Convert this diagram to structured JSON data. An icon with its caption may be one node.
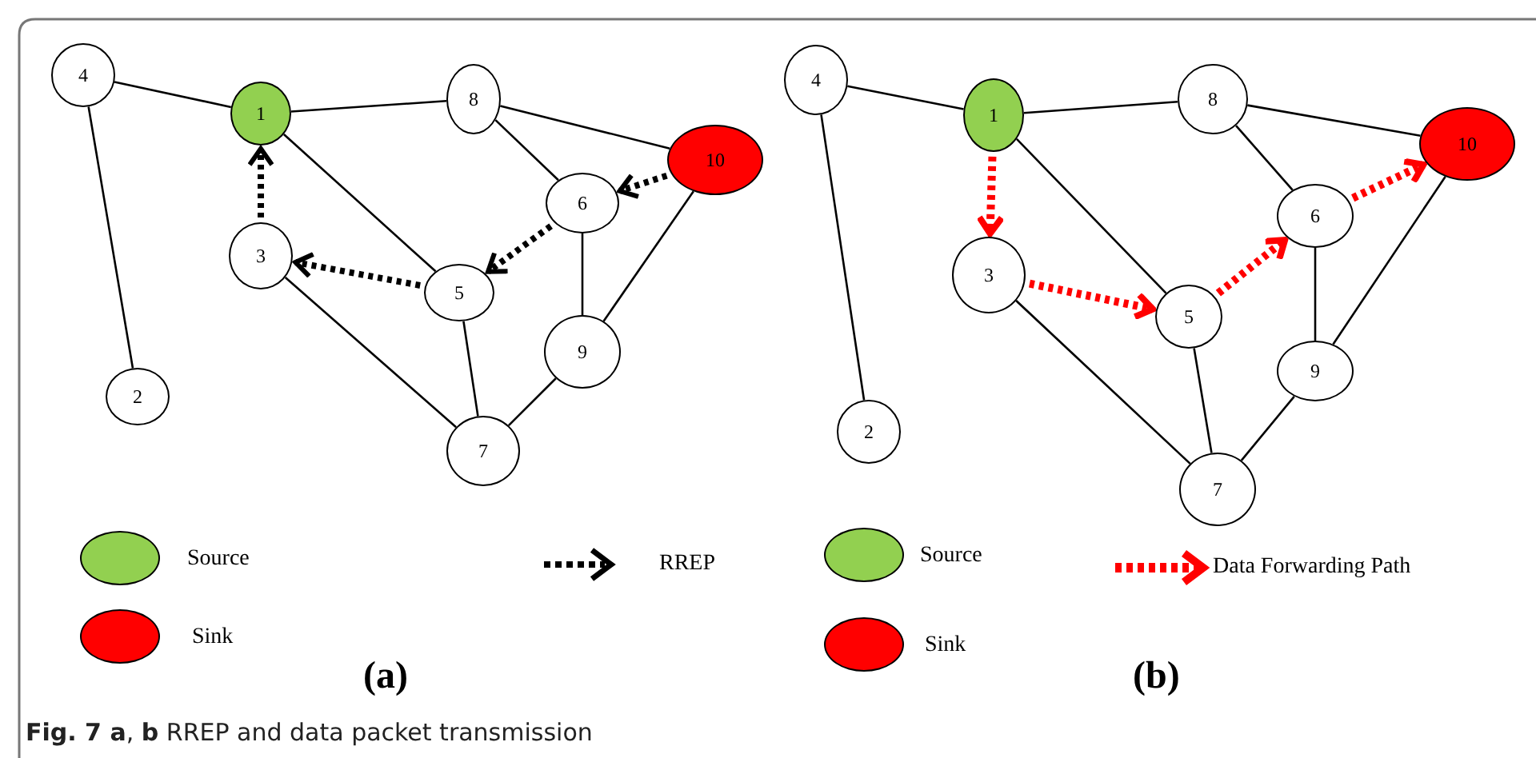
{
  "diagram": {
    "caption": "**Fig. 7  a**, **b** RREP and data packet transmission",
    "nodes": [
      {
        "text": [
          "4"
        ]
      },
      {
        "text": [
          "1"
        ]
      },
      {
        "text": [
          "8"
        ]
      },
      {
        "text": [
          "10"
        ]
      },
      {
        "text": [
          "6"
        ]
      },
      {
        "text": [
          "3"
        ]
      },
      {
        "text": [
          "5"
        ]
      },
      {
        "text": [
          "9"
        ]
      },
      {
        "text": [
          "2"
        ]
      },
      {
        "text": [
          "7"
        ]
      },
      {
        "text": [
          "4"
        ]
      },
      {
        "text": [
          "1"
        ]
      },
      {
        "text": [
          "8"
        ]
      },
      {
        "text": [
          "10"
        ]
      },
      {
        "text": [
          "6"
        ]
      },
      {
        "text": [
          "3"
        ]
      },
      {
        "text": [
          "5"
        ]
      },
      {
        "text": [
          "9"
        ]
      },
      {
        "text": [
          "2"
        ]
      },
      {
        "text": [
          "7"
        ]
      }
    ],
    "edges": [
      {
        "from": 0,
        "to": 1,
        "arrow": "none"
      },
      {
        "from": 0,
        "to": 8,
        "arrow": "none"
      },
      {
        "from": 1,
        "to": 2,
        "arrow": "none"
      },
      {
        "from": 1,
        "to": 6,
        "arrow": "none"
      },
      {
        "from": 2,
        "to": 3,
        "arrow": "none"
      },
      {
        "from": 2,
        "to": 4,
        "arrow": "none"
      },
      {
        "from": 4,
        "to": 7,
        "arrow": "none"
      },
      {
        "from": 3,
        "to": 7,
        "arrow": "none"
      },
      {
        "from": 5,
        "to": 9,
        "arrow": "none"
      },
      {
        "from": 6,
        "to": 9,
        "arrow": "none"
      },
      {
        "from": 7,
        "to": 9,
        "arrow": "none"
      },
      {
        "from": 3,
        "to": 4,
        "arrow": "to",
        "style": "dashed"
      },
      {
        "from": 4,
        "to": 6,
        "arrow": "to",
        "style": "dashed"
      },
      {
        "from": 6,
        "to": 5,
        "arrow": "to",
        "style": "dashed"
      },
      {
        "from": 5,
        "to": 1,
        "arrow": "to",
        "style": "dashed"
      },
      {
        "from": 10,
        "to": 11,
        "arrow": "none"
      },
      {
        "from": 10,
        "to": 18,
        "arrow": "none"
      },
      {
        "from": 11,
        "to": 12,
        "arrow": "none"
      },
      {
        "from": 11,
        "to": 16,
        "arrow": "none"
      },
      {
        "from": 12,
        "to": 13,
        "arrow": "none"
      },
      {
        "from": 12,
        "to": 14,
        "arrow": "none"
      },
      {
        "from": 14,
        "to": 17,
        "arrow": "none"
      },
      {
        "from": 13,
        "to": 17,
        "arrow": "none"
      },
      {
        "from": 15,
        "to": 19,
        "arrow": "none"
      },
      {
        "from": 16,
        "to": 19,
        "arrow": "none"
      },
      {
        "from": 17,
        "to": 19,
        "arrow": "none"
      },
      {
        "from": 11,
        "to": 15,
        "arrow": "to",
        "style": "dashed",
        "color": "#ff0000"
      },
      {
        "from": 15,
        "to": 16,
        "arrow": "to",
        "style": "dashed",
        "color": "#ff0000"
      },
      {
        "from": 16,
        "to": 14,
        "arrow": "to",
        "style": "dashed",
        "color": "#ff0000"
      },
      {
        "from": 14,
        "to": 13,
        "arrow": "to",
        "style": "dashed",
        "color": "#ff0000"
      }
    ],
    "labels": [
      "(a)",
      "(b)"
    ],
    "legend": [
      {
        "text": "Source",
        "color": "#92d050"
      },
      {
        "text": "Sink",
        "color": "#ff0000"
      },
      {
        "text": "RREP"
      },
      {
        "text": "Source",
        "color": "#92d050"
      },
      {
        "text": "Sink",
        "color": "#ff0000"
      },
      {
        "text": "Data Forwarding Path"
      }
    ]
  }
}
